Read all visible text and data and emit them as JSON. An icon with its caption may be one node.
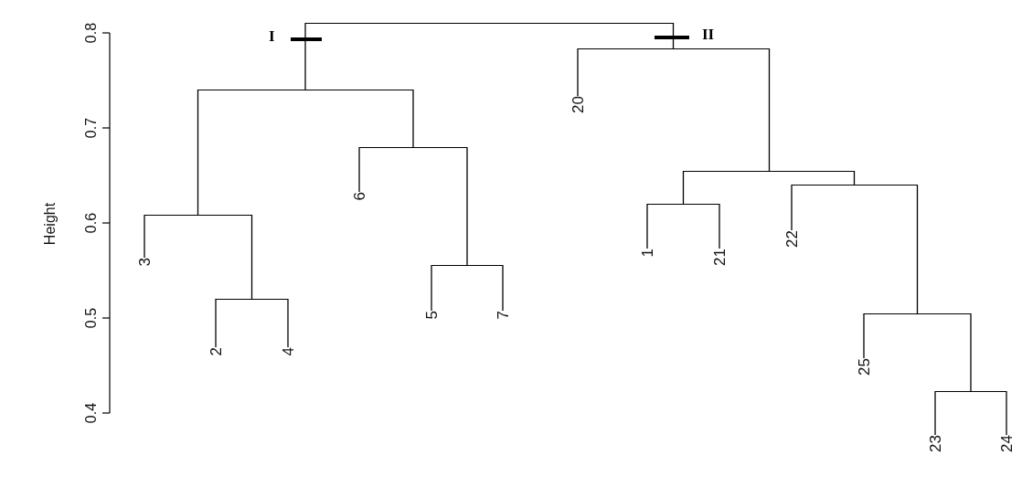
{
  "diagram": {
    "nodes": [
      {
        "text": [],
        "shape": "bar"
      },
      {
        "text": [],
        "shape": "bar"
      },
      {
        "text": [],
        "shape": "bar"
      },
      {
        "text": [],
        "shape": "bar"
      },
      {
        "text": [],
        "shape": "bar"
      },
      {
        "text": [],
        "shape": "bar"
      },
      {
        "text": [],
        "shape": "bar"
      },
      {
        "text": [],
        "shape": "bar"
      },
      {
        "text": [],
        "shape": "bar"
      },
      {
        "text": [],
        "shape": "bar"
      },
      {
        "text": [],
        "shape": "bar"
      },
      {
        "text": [],
        "shape": "bar"
      },
      {
        "text": [
          "3"
        ]
      },
      {
        "text": [
          "2"
        ]
      },
      {
        "text": [
          "4"
        ]
      },
      {
        "text": [
          "6"
        ]
      },
      {
        "text": [
          "5"
        ]
      },
      {
        "text": [
          "7"
        ]
      },
      {
        "text": [
          "20"
        ]
      },
      {
        "text": [
          "1"
        ]
      },
      {
        "text": [
          "21"
        ]
      },
      {
        "text": [
          "22"
        ]
      },
      {
        "text": [
          "25"
        ]
      },
      {
        "text": [
          "23"
        ]
      },
      {
        "text": [
          "24"
        ]
      }
    ],
    "edges": [
      {
        "from": 0,
        "to": 1,
        "arrow": "none"
      },
      {
        "from": 0,
        "to": 2,
        "arrow": "none"
      },
      {
        "from": 1,
        "to": 3,
        "arrow": "none"
      },
      {
        "from": 1,
        "to": 4,
        "arrow": "none"
      },
      {
        "from": 2,
        "to": 18,
        "arrow": "none"
      },
      {
        "from": 2,
        "to": 5,
        "arrow": "none"
      },
      {
        "from": 3,
        "to": 12,
        "arrow": "none"
      },
      {
        "from": 3,
        "to": 6,
        "arrow": "none"
      },
      {
        "from": 4,
        "to": 15,
        "arrow": "none"
      },
      {
        "from": 4,
        "to": 7,
        "arrow": "none"
      },
      {
        "from": 5,
        "to": 8,
        "arrow": "none"
      },
      {
        "from": 5,
        "to": 9,
        "arrow": "none"
      },
      {
        "from": 6,
        "to": 13,
        "arrow": "none"
      },
      {
        "from": 6,
        "to": 14,
        "arrow": "none"
      },
      {
        "from": 7,
        "to": 16,
        "arrow": "none"
      },
      {
        "from": 7,
        "to": 17,
        "arrow": "none"
      },
      {
        "from": 8,
        "to": 19,
        "arrow": "none"
      },
      {
        "from": 8,
        "to": 20,
        "arrow": "none"
      },
      {
        "from": 9,
        "to": 21,
        "arrow": "none"
      },
      {
        "from": 9,
        "to": 10,
        "arrow": "none"
      },
      {
        "from": 10,
        "to": 22,
        "arrow": "none"
      },
      {
        "from": 10,
        "to": 11,
        "arrow": "none"
      },
      {
        "from": 11,
        "to": 23,
        "arrow": "none"
      },
      {
        "from": 11,
        "to": 24,
        "arrow": "none"
      }
    ],
    "labels": [
      "0.8",
      "0.7",
      "0.6",
      "0.5",
      "0.4",
      "Height",
      "I",
      "II"
    ]
  }
}
